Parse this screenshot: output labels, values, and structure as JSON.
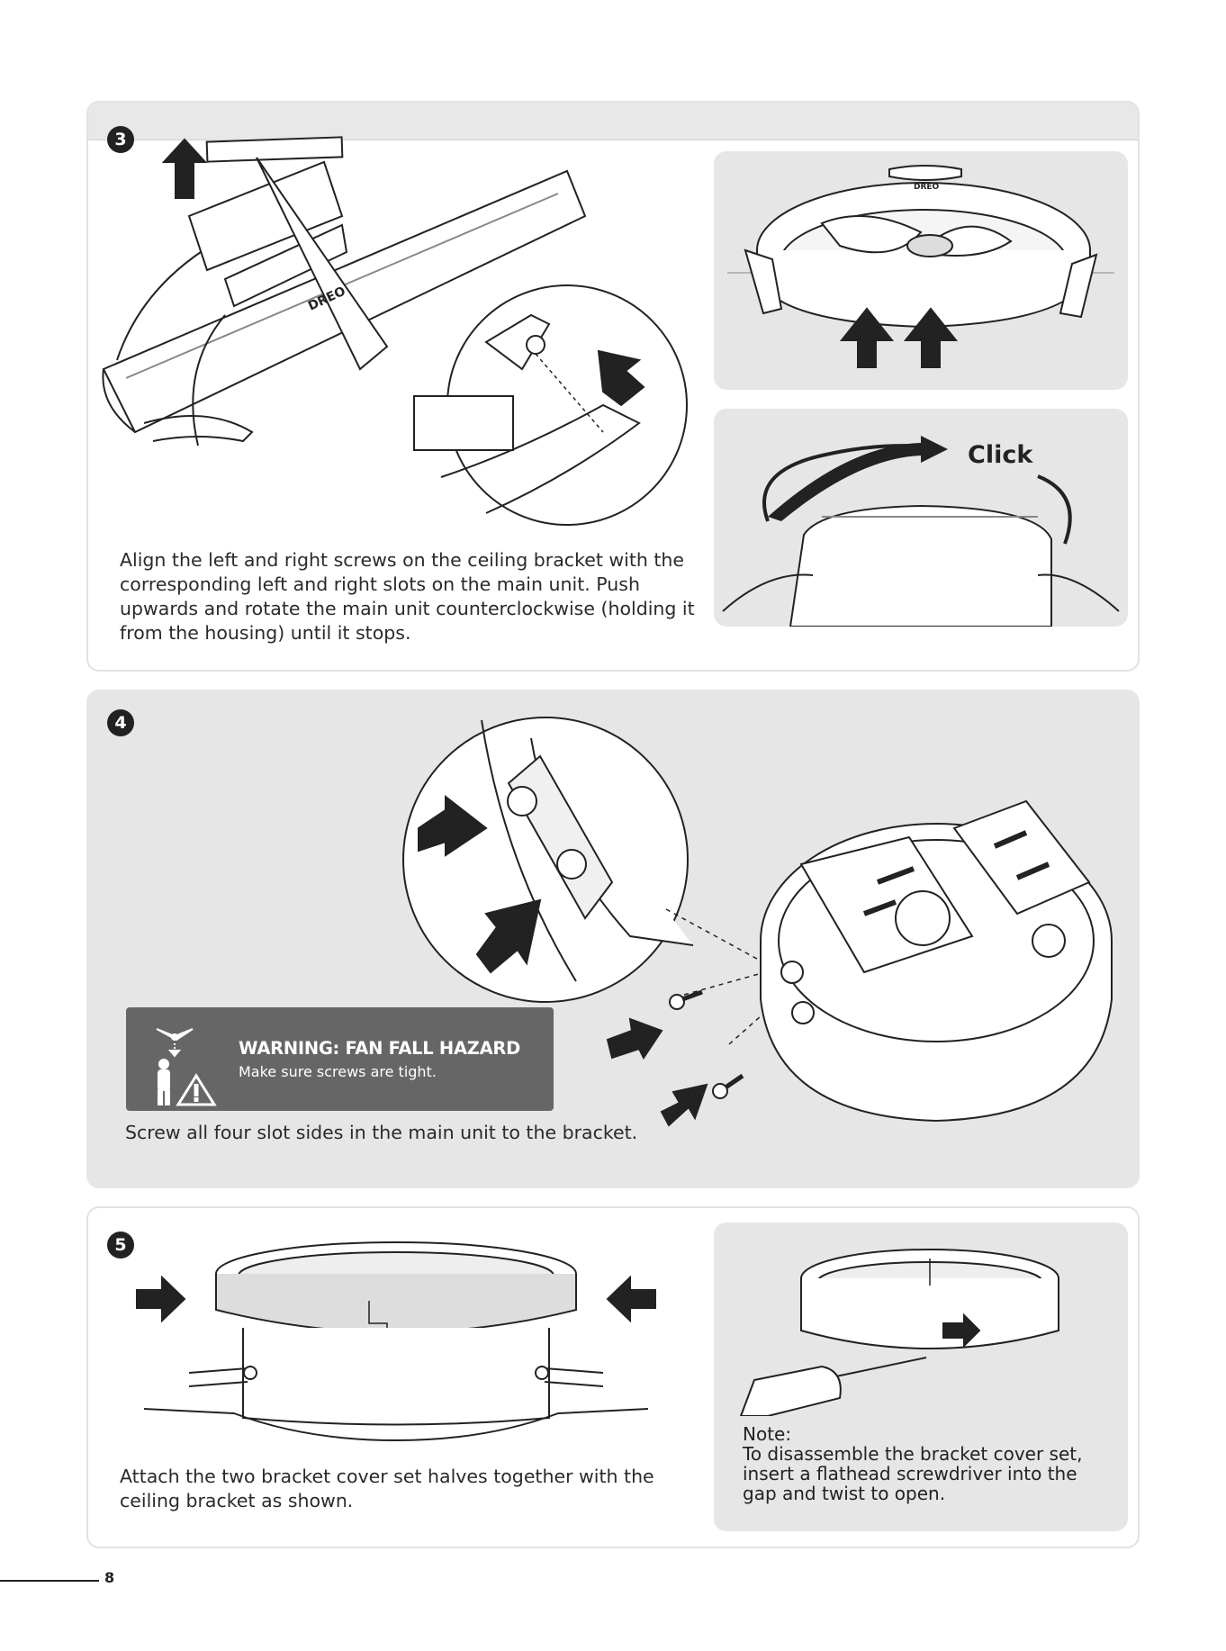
{
  "step3": {
    "number": "3",
    "caption_lines": [
      "Align the left and right screws on the ceiling bracket with the",
      "corresponding left and right slots on the main unit. Push",
      "upwards and rotate the main unit counterclockwise (holding it",
      "from the housing) until it stops."
    ],
    "brand_label": "DREO",
    "click_label": "Click"
  },
  "step4": {
    "number": "4",
    "warning": {
      "title": "WARNING: FAN FALL HAZARD",
      "subtitle": "Make sure screws are tight."
    },
    "caption": "Screw all four slot sides in the main unit to the bracket."
  },
  "step5": {
    "number": "5",
    "caption_lines": [
      "Attach the two bracket cover set halves together with the",
      "ceiling bracket as shown."
    ],
    "note_lines": [
      "Note:",
      "To disassemble the bracket cover set,",
      "insert a flathead screwdriver into the",
      "gap and twist to open."
    ]
  },
  "footer": {
    "page_number": "8"
  }
}
